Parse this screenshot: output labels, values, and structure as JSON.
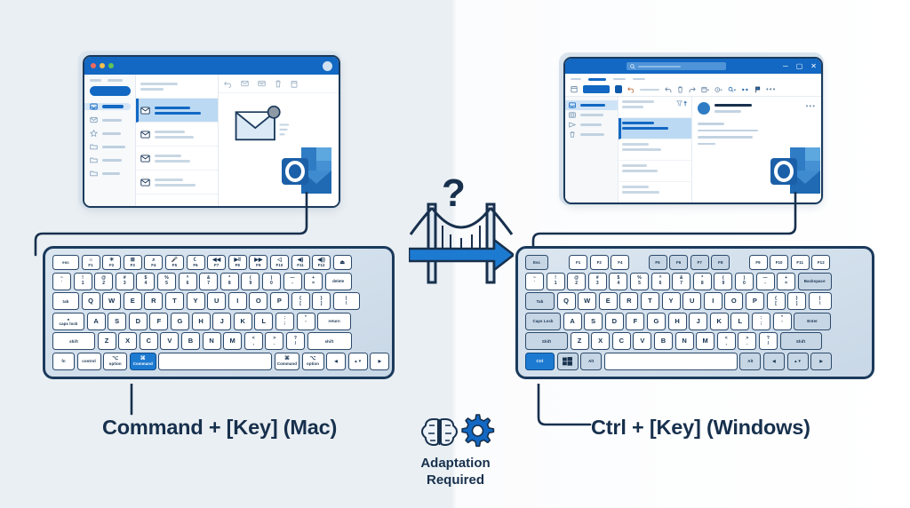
{
  "meta": {
    "left_panel_bg": "#eaeff3",
    "right_panel_bg": "#ffffff",
    "accent_blue": "#1268c3",
    "highlight_blue": "#1d7ad1",
    "dark_navy": "#17304d"
  },
  "mac_side": {
    "window": {
      "title_bar_color": "#1268c3",
      "traffic_lights": [
        "close-red",
        "minimize-yellow",
        "zoom-green"
      ],
      "app": "Outlook for Mac",
      "compose_button_label": "",
      "toolbar_icons": [
        "undo-icon",
        "mail-icon",
        "archive-icon",
        "trash-icon",
        "calendar-icon"
      ],
      "sidebar_icons": [
        "inbox-icon",
        "mail-icon",
        "star-icon",
        "folder-icon",
        "folder-icon",
        "folder-icon"
      ],
      "message_count": 5
    },
    "keyboard": {
      "name": "Mac keyboard",
      "highlight_key": "Command",
      "rows": [
        [
          {
            "label": "esc",
            "w": 30,
            "cls": "small"
          },
          {
            "sym": "☼",
            "sub": "F1",
            "w": 21
          },
          {
            "sym": "☀",
            "sub": "F2",
            "w": 21
          },
          {
            "sym": "⊞",
            "sub": "F3",
            "w": 21
          },
          {
            "sym": "⌕",
            "sub": "F4",
            "w": 21
          },
          {
            "sym": "🎤",
            "sub": "F5",
            "w": 21
          },
          {
            "sym": "☾",
            "sub": "F6",
            "w": 21
          },
          {
            "sym": "◀◀",
            "sub": "F7",
            "w": 21
          },
          {
            "sym": "▶‖",
            "sub": "F8",
            "w": 21
          },
          {
            "sym": "▶▶",
            "sub": "F9",
            "w": 21
          },
          {
            "sym": "◁",
            "sub": "F10",
            "w": 21
          },
          {
            "sym": "◀)",
            "sub": "F11",
            "w": 21
          },
          {
            "sym": "◀))",
            "sub": "F12",
            "w": 21
          },
          {
            "sym": "⏏",
            "w": 21
          }
        ],
        [
          {
            "top": "~",
            "btm": "`",
            "w": 21
          },
          {
            "top": "!",
            "btm": "1",
            "w": 21
          },
          {
            "top": "@",
            "btm": "2",
            "w": 21
          },
          {
            "top": "#",
            "btm": "3",
            "w": 21
          },
          {
            "top": "$",
            "btm": "4",
            "w": 21
          },
          {
            "top": "%",
            "btm": "5",
            "w": 21
          },
          {
            "top": "^",
            "btm": "6",
            "w": 21
          },
          {
            "top": "&",
            "btm": "7",
            "w": 21
          },
          {
            "top": "*",
            "btm": "8",
            "w": 21
          },
          {
            "top": "(",
            "btm": "9",
            "w": 21
          },
          {
            "top": ")",
            "btm": "0",
            "w": 21
          },
          {
            "top": "—",
            "btm": "-",
            "w": 21
          },
          {
            "top": "+",
            "btm": "=",
            "w": 21
          },
          {
            "label": "delete",
            "w": 30,
            "cls": "small"
          }
        ],
        [
          {
            "label": "tab",
            "w": 30,
            "cls": "small"
          },
          {
            "big": "Q",
            "w": 21
          },
          {
            "big": "W",
            "w": 21
          },
          {
            "big": "E",
            "w": 21
          },
          {
            "big": "R",
            "w": 21
          },
          {
            "big": "T",
            "w": 21
          },
          {
            "big": "Y",
            "w": 21
          },
          {
            "big": "U",
            "w": 21
          },
          {
            "big": "I",
            "w": 21
          },
          {
            "big": "O",
            "w": 21
          },
          {
            "big": "P",
            "w": 21
          },
          {
            "top": "{",
            "btm": "[",
            "w": 21
          },
          {
            "top": "}",
            "btm": "]",
            "w": 21
          },
          {
            "top": "|",
            "btm": "\\",
            "w": 30
          }
        ],
        [
          {
            "label": "caps lock",
            "sup": "●",
            "w": 36,
            "cls": "small"
          },
          {
            "big": "A",
            "w": 21
          },
          {
            "big": "S",
            "w": 21
          },
          {
            "big": "D",
            "w": 21
          },
          {
            "big": "F",
            "w": 21
          },
          {
            "big": "G",
            "w": 21
          },
          {
            "big": "H",
            "w": 21
          },
          {
            "big": "J",
            "w": 21
          },
          {
            "big": "K",
            "w": 21
          },
          {
            "big": "L",
            "w": 21
          },
          {
            "top": ":",
            "btm": ";",
            "w": 21
          },
          {
            "top": "\"",
            "btm": "'",
            "w": 21
          },
          {
            "label": "return",
            "w": 38,
            "cls": "small"
          }
        ],
        [
          {
            "label": "shift",
            "w": 48,
            "cls": "small"
          },
          {
            "big": "Z",
            "w": 21
          },
          {
            "big": "X",
            "w": 21
          },
          {
            "big": "C",
            "w": 21
          },
          {
            "big": "V",
            "w": 21
          },
          {
            "big": "B",
            "w": 21
          },
          {
            "big": "N",
            "w": 21
          },
          {
            "big": "M",
            "w": 21
          },
          {
            "top": "<",
            "btm": ",",
            "w": 21
          },
          {
            "top": ">",
            "btm": ".",
            "w": 21
          },
          {
            "top": "?",
            "btm": "/",
            "w": 21
          },
          {
            "label": "shift",
            "w": 50,
            "cls": "small"
          }
        ],
        [
          {
            "label": "fn",
            "w": 25,
            "cls": "small"
          },
          {
            "label": "control",
            "w": 27,
            "cls": "small"
          },
          {
            "sym": "⌥",
            "sub": "option",
            "w": 27
          },
          {
            "sym": "⌘",
            "sub": "Command",
            "w": 30,
            "hl": true
          },
          {
            "label": "",
            "w": 128
          },
          {
            "sym": "⌘",
            "sub": "Command",
            "w": 28
          },
          {
            "sym": "⌥",
            "sub": "option",
            "w": 25
          },
          {
            "label": "◀",
            "w": 22
          },
          {
            "label": "▲▼",
            "w": 22
          },
          {
            "label": "▶",
            "w": 22
          }
        ]
      ]
    },
    "caption": "Command + [Key] (Mac)"
  },
  "windows_side": {
    "window": {
      "title_bar_color": "#1268c3",
      "search_placeholder": "",
      "window_controls": [
        "minimize",
        "maximize",
        "close"
      ],
      "toolbar_icons": [
        "calendar-icon",
        "new-mail-button",
        "caret-down-icon",
        "undo-icon",
        "delete-icon",
        "archive-icon",
        "move-icon",
        "rules-icon",
        "search-icon",
        "read-unread-icon",
        "flag-icon",
        "overflow-icon"
      ],
      "sidebar_icons": [
        "inbox-icon",
        "drafts-icon",
        "sent-icon",
        "trash-icon"
      ],
      "status_icons": [
        "mail-icon",
        "calendar-icon",
        "people-icon",
        "more-icon"
      ],
      "message_count": 4
    },
    "keyboard": {
      "name": "Windows keyboard",
      "highlight_key": "Ctrl",
      "rows": [
        [
          {
            "label": "Esc",
            "w": 26,
            "cls": "mod small"
          },
          {
            "gap": 18
          },
          {
            "label": "F1",
            "w": 21,
            "cls": "small"
          },
          {
            "label": "F2",
            "w": 21,
            "cls": "small"
          },
          {
            "label": "F4",
            "w": 21,
            "cls": "small"
          },
          {
            "gap": 16
          },
          {
            "label": "F5",
            "w": 21,
            "cls": "mod small"
          },
          {
            "label": "F6",
            "w": 21,
            "cls": "mod small"
          },
          {
            "label": "F7",
            "w": 21,
            "cls": "mod small"
          },
          {
            "label": "F8",
            "w": 21,
            "cls": "mod small"
          },
          {
            "gap": 16
          },
          {
            "label": "F9",
            "w": 21,
            "cls": "small"
          },
          {
            "label": "F10",
            "w": 21,
            "cls": "small"
          },
          {
            "label": "F11",
            "w": 21,
            "cls": "small"
          },
          {
            "label": "F12",
            "w": 21,
            "cls": "small"
          }
        ],
        [
          {
            "top": "~",
            "btm": "`",
            "w": 21
          },
          {
            "top": "!",
            "btm": "1",
            "w": 21
          },
          {
            "top": "@",
            "btm": "2",
            "w": 21
          },
          {
            "top": "#",
            "btm": "3",
            "w": 21
          },
          {
            "top": "$",
            "btm": "4",
            "w": 21
          },
          {
            "top": "%",
            "btm": "5",
            "w": 21
          },
          {
            "top": "^",
            "btm": "6",
            "w": 21
          },
          {
            "top": "&",
            "btm": "7",
            "w": 21
          },
          {
            "top": "*",
            "btm": "8",
            "w": 21
          },
          {
            "top": "(",
            "btm": "9",
            "w": 21
          },
          {
            "top": ")",
            "btm": "0",
            "w": 21
          },
          {
            "top": "—",
            "btm": "-",
            "w": 21
          },
          {
            "top": "+",
            "btm": "=",
            "w": 21
          },
          {
            "label": "Backspace",
            "w": 38,
            "cls": "mod small"
          }
        ],
        [
          {
            "label": "Tab",
            "w": 33,
            "cls": "mod small"
          },
          {
            "big": "Q",
            "w": 21
          },
          {
            "big": "W",
            "w": 21
          },
          {
            "big": "E",
            "w": 21
          },
          {
            "big": "R",
            "w": 21
          },
          {
            "big": "T",
            "w": 21
          },
          {
            "big": "Y",
            "w": 21
          },
          {
            "big": "U",
            "w": 21
          },
          {
            "big": "I",
            "w": 21
          },
          {
            "big": "O",
            "w": 21
          },
          {
            "big": "P",
            "w": 21
          },
          {
            "top": "{",
            "btm": "[",
            "w": 21
          },
          {
            "top": "}",
            "btm": "]",
            "w": 21
          },
          {
            "top": "|",
            "btm": "\\",
            "w": 26
          }
        ],
        [
          {
            "label": "Caps Lock",
            "w": 40,
            "cls": "mod small"
          },
          {
            "big": "A",
            "w": 21
          },
          {
            "big": "S",
            "w": 21
          },
          {
            "big": "D",
            "w": 21
          },
          {
            "big": "F",
            "w": 21
          },
          {
            "big": "G",
            "w": 21
          },
          {
            "big": "H",
            "w": 21
          },
          {
            "big": "J",
            "w": 21
          },
          {
            "big": "K",
            "w": 21
          },
          {
            "big": "L",
            "w": 21
          },
          {
            "top": ":",
            "btm": ";",
            "w": 21
          },
          {
            "top": "\"",
            "btm": "'",
            "w": 21
          },
          {
            "label": "Enter",
            "w": 42,
            "cls": "mod small"
          }
        ],
        [
          {
            "label": "Shift",
            "w": 48,
            "cls": "mod small"
          },
          {
            "big": "Z",
            "w": 21
          },
          {
            "big": "X",
            "w": 21
          },
          {
            "big": "C",
            "w": 21
          },
          {
            "big": "V",
            "w": 21
          },
          {
            "big": "B",
            "w": 21
          },
          {
            "big": "N",
            "w": 21
          },
          {
            "big": "M",
            "w": 21
          },
          {
            "top": "<",
            "btm": ",",
            "w": 21
          },
          {
            "top": ">",
            "btm": ".",
            "w": 21
          },
          {
            "top": "?",
            "btm": "/",
            "w": 21
          },
          {
            "label": "Shift",
            "w": 47,
            "cls": "mod small"
          }
        ],
        [
          {
            "label": "Ctrl",
            "w": 33,
            "cls": "hl small"
          },
          {
            "icon": "windows-logo-icon",
            "w": 24,
            "cls": "mod"
          },
          {
            "label": "Alt",
            "w": 24,
            "cls": "mod small"
          },
          {
            "label": "",
            "w": 150
          },
          {
            "label": "Alt",
            "w": 24,
            "cls": "mod small"
          },
          {
            "label": "◀",
            "w": 24,
            "cls": "mod"
          },
          {
            "label": "▲▼",
            "w": 24,
            "cls": "mod"
          },
          {
            "label": "▶",
            "w": 24,
            "cls": "mod"
          }
        ]
      ]
    },
    "caption": "Ctrl + [Key] (Windows)"
  },
  "center": {
    "question_mark": "?",
    "bridge_icon": "bridge-icon",
    "arrow_icon": "right-arrow-icon",
    "brain_icon": "brain-icon",
    "gear_icon": "gear-icon",
    "adaptation_line1": "Adaptation",
    "adaptation_line2": "Required"
  }
}
